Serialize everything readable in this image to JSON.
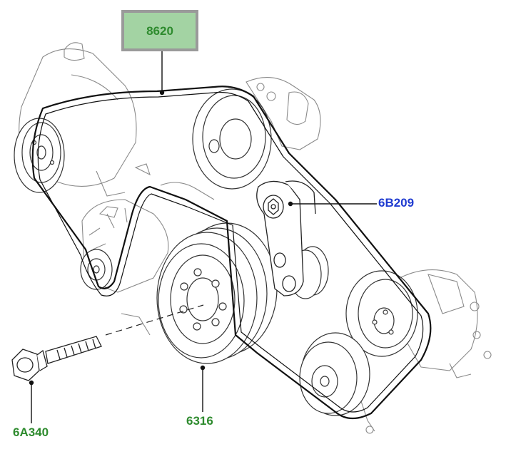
{
  "callouts": {
    "belt": "8620",
    "tensioner": "6B209",
    "crank_pulley": "6316",
    "bolt": "6A340"
  },
  "colors": {
    "highlight_fill": "#a3d3a3",
    "highlight_border": "#9a9a9a",
    "label_green": "#2e8b2e",
    "label_blue": "#1f3bd0",
    "line": "#111111",
    "ghost": "#8a8a8a"
  }
}
